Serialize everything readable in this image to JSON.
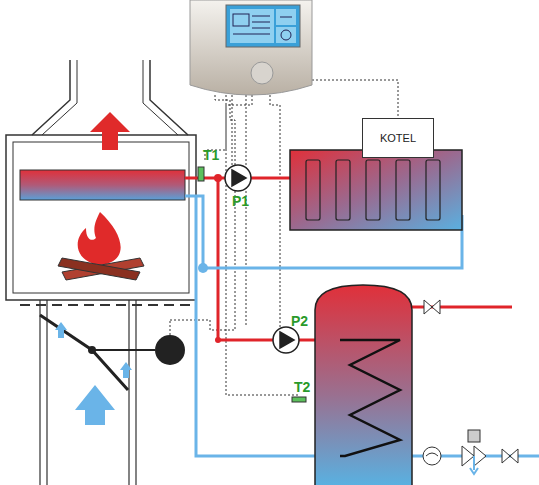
{
  "diagram": {
    "nodes": [
      {
        "text": [
          "KOTEL"
        ]
      }
    ],
    "labels": [
      "T1",
      "P1",
      "P2",
      "T2"
    ]
  }
}
